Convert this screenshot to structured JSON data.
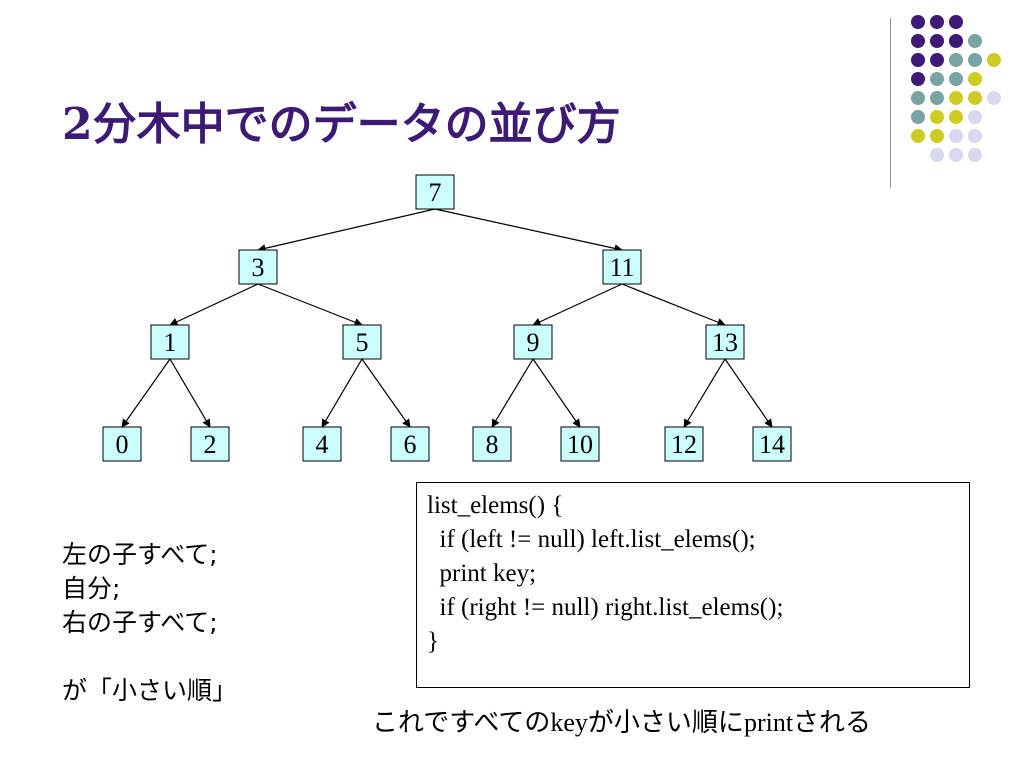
{
  "title": "2分木中でのデータの並び方",
  "decor": {
    "colors": {
      "purple": "#3d1a73",
      "teal": "#7aa3a3",
      "yellow": "#cccc22",
      "lavender": "#d8d8ee"
    },
    "dot_rows": [
      [
        "purple",
        "purple",
        "purple"
      ],
      [
        "purple",
        "purple",
        "purple",
        "teal"
      ],
      [
        "purple",
        "purple",
        "teal",
        "teal",
        "yellow"
      ],
      [
        "purple",
        "teal",
        "teal",
        "yellow"
      ],
      [
        "teal",
        "teal",
        "yellow",
        "yellow",
        "lavender"
      ],
      [
        "teal",
        "yellow",
        "yellow",
        "lavender"
      ],
      [
        "yellow",
        "yellow",
        "lavender",
        "lavender"
      ],
      [
        "lavender",
        "lavender",
        "lavender"
      ]
    ]
  },
  "tree": {
    "nodes": [
      {
        "id": "7",
        "label": "7"
      },
      {
        "id": "3",
        "label": "3"
      },
      {
        "id": "11",
        "label": "11"
      },
      {
        "id": "1",
        "label": "1"
      },
      {
        "id": "5",
        "label": "5"
      },
      {
        "id": "9",
        "label": "9"
      },
      {
        "id": "13",
        "label": "13"
      },
      {
        "id": "0",
        "label": "0"
      },
      {
        "id": "2",
        "label": "2"
      },
      {
        "id": "4",
        "label": "4"
      },
      {
        "id": "6",
        "label": "6"
      },
      {
        "id": "8",
        "label": "8"
      },
      {
        "id": "10",
        "label": "10"
      },
      {
        "id": "12",
        "label": "12"
      },
      {
        "id": "14",
        "label": "14"
      }
    ],
    "edges": [
      [
        "7",
        "3"
      ],
      [
        "7",
        "11"
      ],
      [
        "3",
        "1"
      ],
      [
        "3",
        "5"
      ],
      [
        "11",
        "9"
      ],
      [
        "11",
        "13"
      ],
      [
        "1",
        "0"
      ],
      [
        "1",
        "2"
      ],
      [
        "5",
        "4"
      ],
      [
        "5",
        "6"
      ],
      [
        "9",
        "8"
      ],
      [
        "9",
        "10"
      ],
      [
        "13",
        "12"
      ],
      [
        "13",
        "14"
      ]
    ]
  },
  "left_text": {
    "line1": "左の子すべて;",
    "line2": "自分;",
    "line3": "右の子すべて;",
    "line4": "が「小さい順」"
  },
  "code": {
    "line1": "list_elems() {",
    "line2": "  if (left != null) left.list_elems();",
    "line3": "  print key;",
    "line4": "  if (right != null) right.list_elems();",
    "line5": "}"
  },
  "caption": {
    "part1": "これですべての",
    "part2": "key",
    "part3": "が小さい順に",
    "part4": "print",
    "part5": "される"
  }
}
